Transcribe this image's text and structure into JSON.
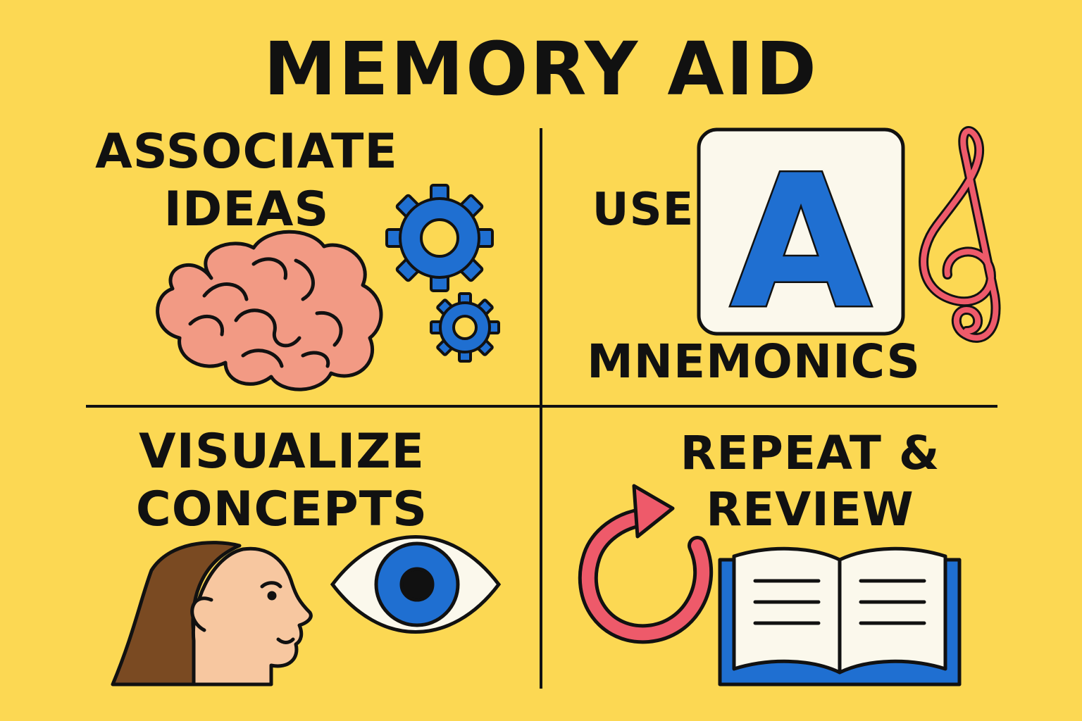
{
  "title": "MEMORY AID",
  "quadrants": {
    "associate": {
      "line1": "ASSOCIATE",
      "line2": "IDEAS"
    },
    "mnemonics": {
      "word1": "USE",
      "letter": "A",
      "word2": "MNEMONICS"
    },
    "visualize": {
      "line1": "VISUALIZE",
      "line2": "CONCEPTS"
    },
    "repeat": {
      "line1": "REPEAT &",
      "line2": "REVIEW"
    }
  },
  "icons": [
    "brain-icon",
    "gear-icon",
    "letter-a-card-icon",
    "treble-clef-icon",
    "person-profile-icon",
    "eye-icon",
    "refresh-arrow-icon",
    "open-book-icon"
  ],
  "colors": {
    "background": "#FCD853",
    "outline": "#111111",
    "blue": "#1F6FD1",
    "brain": "#F29A84",
    "red": "#EE5A6A",
    "skin": "#F7C7A0",
    "hair": "#7A4A22",
    "paper": "#FBF8EC"
  }
}
